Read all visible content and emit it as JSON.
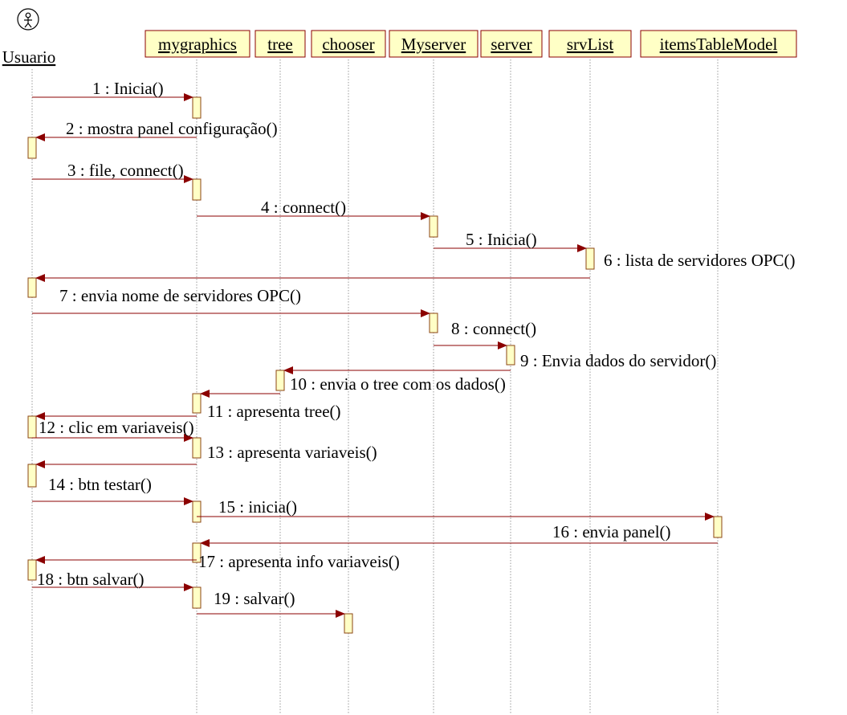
{
  "colors": {
    "header_fill": "#ffffc6",
    "header_stroke": "#8b0000",
    "activation_fill": "#ffffc6",
    "activation_stroke": "#8b4513",
    "message_line": "#8b0000",
    "lifeline": "#9a9a9a",
    "text": "#000000"
  },
  "actor": {
    "id": "usuario",
    "label": "Usuario",
    "icon": "stick-figure-actor-icon"
  },
  "objects": [
    {
      "id": "mygraphics",
      "label": "mygraphics"
    },
    {
      "id": "tree",
      "label": "tree"
    },
    {
      "id": "chooser",
      "label": "chooser"
    },
    {
      "id": "myserver",
      "label": "Myserver"
    },
    {
      "id": "server",
      "label": "server"
    },
    {
      "id": "srvlist",
      "label": "srvList"
    },
    {
      "id": "itemstablemodel",
      "label": "itemsTableModel"
    }
  ],
  "messages": [
    {
      "num": 1,
      "label": "1 : Inicia()",
      "from": "usuario",
      "to": "mygraphics"
    },
    {
      "num": 2,
      "label": "2 : mostra panel configuração()",
      "from": "mygraphics",
      "to": "usuario"
    },
    {
      "num": 3,
      "label": "3 : file, connect()",
      "from": "usuario",
      "to": "mygraphics"
    },
    {
      "num": 4,
      "label": "4 : connect()",
      "from": "mygraphics",
      "to": "myserver"
    },
    {
      "num": 5,
      "label": "5 : Inicia()",
      "from": "myserver",
      "to": "srvlist"
    },
    {
      "num": 6,
      "label": "6 : lista de servidores OPC()",
      "from": "srvlist",
      "to": "usuario"
    },
    {
      "num": 7,
      "label": "7 : envia nome de servidores OPC()",
      "from": "usuario",
      "to": "myserver"
    },
    {
      "num": 8,
      "label": "8 : connect()",
      "from": "myserver",
      "to": "server"
    },
    {
      "num": 9,
      "label": "9 : Envia dados do servidor()",
      "from": "server",
      "to": "tree"
    },
    {
      "num": 10,
      "label": "10 : envia o  tree com os dados()",
      "from": "tree",
      "to": "mygraphics"
    },
    {
      "num": 11,
      "label": "11 : apresenta tree()",
      "from": "mygraphics",
      "to": "usuario"
    },
    {
      "num": 12,
      "label": "12 : clic em variaveis()",
      "from": "usuario",
      "to": "mygraphics"
    },
    {
      "num": 13,
      "label": "13 : apresenta variaveis()",
      "from": "mygraphics",
      "to": "usuario"
    },
    {
      "num": 14,
      "label": "14 : btn  testar()",
      "from": "usuario",
      "to": "mygraphics"
    },
    {
      "num": 15,
      "label": "15 : inicia()",
      "from": "mygraphics",
      "to": "itemstablemodel"
    },
    {
      "num": 16,
      "label": "16 : envia panel()",
      "from": "itemstablemodel",
      "to": "mygraphics"
    },
    {
      "num": 17,
      "label": "17 : apresenta info variaveis()",
      "from": "mygraphics",
      "to": "usuario"
    },
    {
      "num": 18,
      "label": "18 : btn salvar()",
      "from": "usuario",
      "to": "mygraphics"
    },
    {
      "num": 19,
      "label": "19 : salvar()",
      "from": "mygraphics",
      "to": "chooser"
    }
  ]
}
